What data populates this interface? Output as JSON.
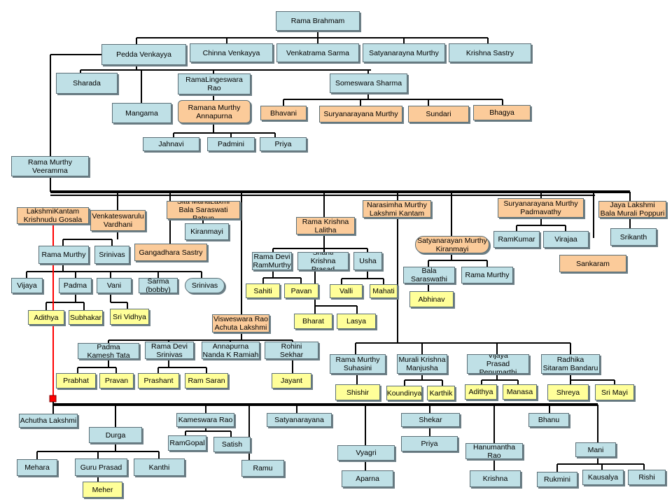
{
  "colors": {
    "blue": "#bfe0e6",
    "orange": "#fbcb9a",
    "yellow": "#ffff99",
    "line": "#000000",
    "highlight": "#ff0000"
  },
  "nodes": {
    "rama_brahmam": "Rama Brahmam",
    "pedda_venkayya": "Pedda Venkayya",
    "chinna_venkayya": "Chinna Venkayya",
    "venkatrama_sarma": "Venkatrama Sarma",
    "satyanarayna_murthy": "Satyanarayna Murthy",
    "krishna_sastry": "Krishna Sastry",
    "sharada": "Sharada",
    "ramalingeswara_rao": "RamaLingeswara\nRao",
    "someswara_sharma": "Someswara Sharma",
    "mangama": "Mangama",
    "ramana_murthy": "Ramana Murthy\nAnnapurna",
    "bhavani": "Bhavani",
    "suryanarayana_murthy_1": "Suryanarayana Murthy",
    "sundari": "Sundari",
    "bhagya": "Bhagya",
    "jahnavi": "Jahnavi",
    "padmini": "Padmini",
    "priya_1": "Priya",
    "rama_murthy_veeramma": "Rama Murthy\nVeeramma",
    "lakshmikantam": "LakshmiKantam\nKrishnudu Gosala",
    "venkateswarulu": "Venkateswarulu\nVardhani",
    "sita_mahalaxmi": "Sita MahaLaxmi\nBala Saraswati Patrun",
    "rama_krishna": "Rama Krishna\nLalitha",
    "narasimha_murthy": "Narasimha Murthy\nLakshmi Kantam",
    "suryanarayana_padmavathy": "Suryanarayana Murthy\nPadmavathy",
    "jaya_lakshmi": "Jaya Lakshmi\nBala Murali Poppuri",
    "kiranmayi_1": "Kiranmayi",
    "rama_murthy_2": "Rama Murthy",
    "srinivas_1": "Srinivas",
    "gangadhara_sastry": "Gangadhara Sastry",
    "rama_devi_ramurthy": "Rama Devi\nRamMurthy",
    "shanti": "Shanti\nKrishna Prasad",
    "usha": "Usha",
    "satyanarayan_kiranmayi": "Satyanarayan Murthy\nKiranmayi",
    "ramkumar": "RamKumar",
    "virajaa": "Virajaa",
    "srikanth": "Srikanth",
    "bala_saraswathi": "Bala Saraswathi",
    "rama_murthy_3": "Rama Murthy",
    "sankaram": "Sankaram",
    "vijaya_1": "Vijaya",
    "padma": "Padma",
    "vani": "Vani",
    "sarma_bobby": "Sarma\n(bobby)",
    "srinivas_2": "Srinivas",
    "sahiti": "Sahiti",
    "pavan": "Pavan",
    "valli": "Valli",
    "mahati": "Mahati",
    "abhinav": "Abhinav",
    "adithya_1": "Adithya",
    "subhakar": "Subhakar",
    "sri_vidhya": "Sri Vidhya",
    "bharat": "Bharat",
    "lasya": "Lasya",
    "visweswara_rao": "Visweswara Rao\nAchuta Lakshmi",
    "padma_kamesh": "Padma\nKamesh Tata",
    "rama_devi_srinivas": "Rama Devi\nSrinivas",
    "annapurna_nanda": "Annapurna\nNanda K Ramiah",
    "rohini_sekhar": "Rohini\nSekhar",
    "rama_murthy_suhasini": "Rama Murthy\nSuhasini",
    "murali_krishna": "Murali Krishna\nManjusha",
    "vijaya_prasad": "Vijaya\nPrasad Penumarthi",
    "radhika": "Radhika\nSitaram Bandaru",
    "prabhat": "Prabhat",
    "pravan": "Pravan",
    "prashant": "Prashant",
    "ram_saran": "Ram Saran",
    "jayant": "Jayant",
    "shishir": "Shishir",
    "koundinya": "Koundinya",
    "karthik": "Karthik",
    "adithya_2": "Adithya",
    "manasa": "Manasa",
    "shreya": "Shreya",
    "sri_mayi": "Sri Mayi",
    "achutha_lakshmi": "Achutha Lakshmi",
    "durga": "Durga",
    "kameswara_rao": "Kameswara Rao",
    "satyanarayana": "Satyanarayana",
    "shekar": "Shekar",
    "bhanu": "Bhanu",
    "ramgopal": "RamGopal",
    "satish": "Satish",
    "priya_2": "Priya",
    "vyagri": "Vyagri",
    "hanumantha_rao": "Hanumantha Rao",
    "mani": "Mani",
    "mehara": "Mehara",
    "guru_prasad": "Guru Prasad",
    "kanthi": "Kanthi",
    "ramu": "Ramu",
    "aparna": "Aparna",
    "krishna": "Krishna",
    "rukmini": "Rukmini",
    "kausalya": "Kausalya",
    "rishi": "Rishi",
    "meher": "Meher"
  }
}
